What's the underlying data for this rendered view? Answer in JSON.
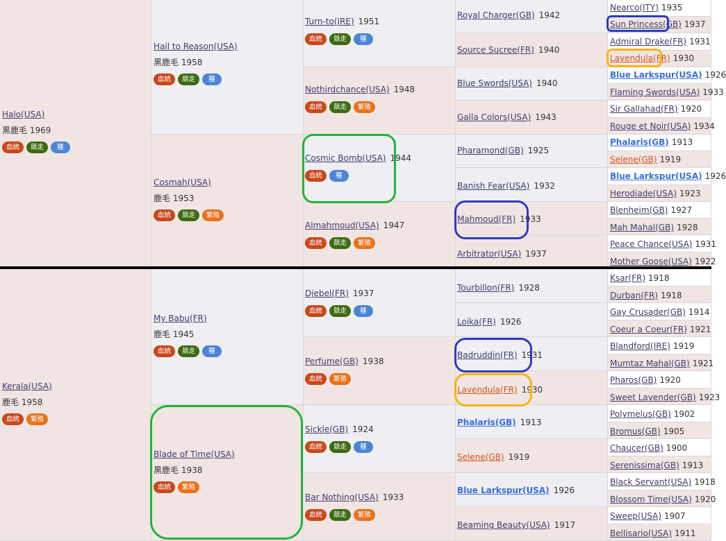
{
  "badges": {
    "blood": "血統",
    "race": "競走",
    "breed": "繁殖",
    "species": "種"
  },
  "gen1": [
    {
      "name": "Halo(USA)",
      "info": "黒鹿毛 1969"
    },
    {
      "name": "Kerala(USA)",
      "info": "鹿毛 1958"
    }
  ],
  "gen2": [
    {
      "name": "Hail to Reason(USA)",
      "info": "黒鹿毛 1958"
    },
    {
      "name": "Cosmah(USA)",
      "info": "鹿毛 1953"
    },
    {
      "name": "My Babu(FR)",
      "info": "鹿毛 1945"
    },
    {
      "name": "Blade of Time(USA)",
      "info": "黒鹿毛 1938"
    }
  ],
  "gen3": [
    {
      "name": "Turn-to(IRE)",
      "year": "1951"
    },
    {
      "name": "Nothirdchance(USA)",
      "year": "1948"
    },
    {
      "name": "Cosmic Bomb(USA)",
      "year": "1944"
    },
    {
      "name": "Almahmoud(USA)",
      "year": "1947"
    },
    {
      "name": "Djebel(FR)",
      "year": "1937"
    },
    {
      "name": "Perfume(GB)",
      "year": "1938"
    },
    {
      "name": "Sickle(GB)",
      "year": "1924"
    },
    {
      "name": "Bar Nothing(USA)",
      "year": "1933"
    }
  ],
  "gen4": [
    {
      "name": "Royal Charger(GB)",
      "year": "1942"
    },
    {
      "name": "Source Sucree(FR)",
      "year": "1940"
    },
    {
      "name": "Blue Swords(USA)",
      "year": "1940"
    },
    {
      "name": "Galla Colors(USA)",
      "year": "1943"
    },
    {
      "name": "Pharamond(GB)",
      "year": "1925"
    },
    {
      "name": "Banish Fear(USA)",
      "year": "1932"
    },
    {
      "name": "Mahmoud(FR)",
      "year": "1933"
    },
    {
      "name": "Arbitrator(USA)",
      "year": "1937"
    },
    {
      "name": "Tourbillon(FR)",
      "year": "1928"
    },
    {
      "name": "Loika(FR)",
      "year": "1926"
    },
    {
      "name": "Badruddin(FR)",
      "year": "1931"
    },
    {
      "name": "Lavendula(FR)",
      "year": "1930"
    },
    {
      "name": "Phalaris(GB)",
      "year": "1913"
    },
    {
      "name": "Selene(GB)",
      "year": "1919"
    },
    {
      "name": "Blue Larkspur(USA)",
      "year": "1926"
    },
    {
      "name": "Beaming Beauty(USA)",
      "year": "1917"
    }
  ],
  "gen5": [
    {
      "name": "Nearco(ITY)",
      "year": "1935"
    },
    {
      "name": "Sun Princess(GB)",
      "year": "1937"
    },
    {
      "name": "Admiral Drake(FR)",
      "year": "1931"
    },
    {
      "name": "Lavendula(FR)",
      "year": "1930"
    },
    {
      "name": "Blue Larkspur(USA)",
      "year": "1926"
    },
    {
      "name": "Flaming Swords(USA)",
      "year": "1933"
    },
    {
      "name": "Sir Gallahad(FR)",
      "year": "1920"
    },
    {
      "name": "Rouge et Noir(USA)",
      "year": "1934"
    },
    {
      "name": "Phalaris(GB)",
      "year": "1913"
    },
    {
      "name": "Selene(GB)",
      "year": "1919"
    },
    {
      "name": "Blue Larkspur(USA)",
      "year": "1926"
    },
    {
      "name": "Herodiade(USA)",
      "year": "1923"
    },
    {
      "name": "Blenheim(GB)",
      "year": "1927"
    },
    {
      "name": "Mah Mahal(GB)",
      "year": "1928"
    },
    {
      "name": "Peace Chance(USA)",
      "year": "1931"
    },
    {
      "name": "Mother Goose(USA)",
      "year": "1922"
    },
    {
      "name": "Ksar(FR)",
      "year": "1918"
    },
    {
      "name": "Durban(FR)",
      "year": "1918"
    },
    {
      "name": "Gay Crusader(GB)",
      "year": "1914"
    },
    {
      "name": "Coeur a Coeur(FR)",
      "year": "1921"
    },
    {
      "name": "Blandford(IRE)",
      "year": "1919"
    },
    {
      "name": "Mumtaz Mahal(GB)",
      "year": "1921"
    },
    {
      "name": "Pharos(GB)",
      "year": "1920"
    },
    {
      "name": "Sweet Lavender(GB)",
      "year": "1923"
    },
    {
      "name": "Polymelus(GB)",
      "year": "1902"
    },
    {
      "name": "Bromus(GB)",
      "year": "1905"
    },
    {
      "name": "Chaucer(GB)",
      "year": "1900"
    },
    {
      "name": "Serenissima(GB)",
      "year": "1913"
    },
    {
      "name": "Black Servant(USA)",
      "year": "1918"
    },
    {
      "name": "Blossom Time(USA)",
      "year": "1920"
    },
    {
      "name": "Sweep(USA)",
      "year": "1907"
    },
    {
      "name": "Bellisario(USA)",
      "year": "1911"
    }
  ],
  "colors": {
    "highlight_green": "#22b33a",
    "highlight_navy": "#2b3bbf",
    "highlight_gold": "#f6b411",
    "cross_blue": "#3a6fd8",
    "cross_orange": "#d0551b"
  }
}
